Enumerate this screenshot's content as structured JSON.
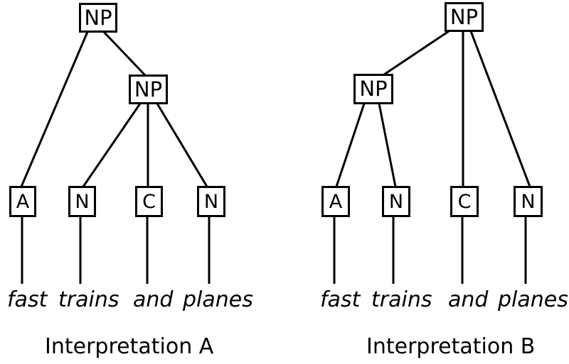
{
  "diagram": {
    "background_color": "#ffffff",
    "stroke_color": "#000000",
    "trees": [
      {
        "id": "A",
        "caption": "Interpretation A",
        "nodes": {
          "root": "NP",
          "inner": "NP",
          "leaf1": "A",
          "leaf2": "N",
          "leaf3": "C",
          "leaf4": "N"
        },
        "words": [
          "fast",
          "trains",
          "and",
          "planes"
        ],
        "structure": "root NP dominates [A, inner NP]; inner NP dominates [N, C, N]"
      },
      {
        "id": "B",
        "caption": "Interpretation B",
        "nodes": {
          "root": "NP",
          "inner": "NP",
          "leaf1": "A",
          "leaf2": "N",
          "leaf3": "C",
          "leaf4": "N"
        },
        "words": [
          "fast",
          "trains",
          "and",
          "planes"
        ],
        "structure": "root NP dominates [inner NP, C, N]; inner NP dominates [A, N]"
      }
    ]
  }
}
